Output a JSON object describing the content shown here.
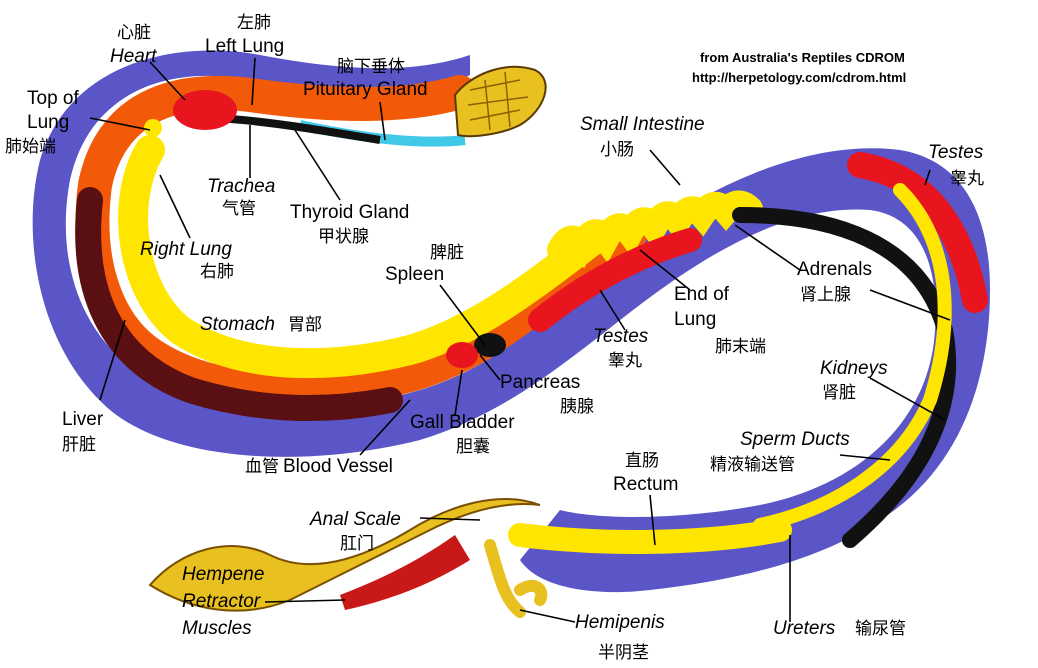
{
  "credit": {
    "line1": "from Australia's Reptiles CDROM",
    "line2": "http://herpetology.com/cdrom.html"
  },
  "labels": {
    "heart_zh": "心脏",
    "heart_en": "Heart",
    "left_lung_zh": "左肺",
    "left_lung_en": "Left Lung",
    "pituitary_zh": "脑下垂体",
    "pituitary_en": "Pituitary Gland",
    "top_lung_en1": "Top of",
    "top_lung_en2": "Lung",
    "top_lung_zh": "肺始端",
    "trachea_en": "Trachea",
    "trachea_zh": "气管",
    "thyroid_en": "Thyroid Gland",
    "thyroid_zh": "甲状腺",
    "right_lung_en": "Right Lung",
    "right_lung_zh": "右肺",
    "spleen_zh": "脾脏",
    "spleen_en": "Spleen",
    "stomach_en": "Stomach",
    "stomach_zh": "胃部",
    "liver_en": "Liver",
    "liver_zh": "肝脏",
    "small_intestine_en": "Small Intestine",
    "small_intestine_zh": "小肠",
    "testes_top_en": "Testes",
    "testes_top_zh": "睾丸",
    "adrenals_en": "Adrenals",
    "adrenals_zh": "肾上腺",
    "end_lung_en1": "End of",
    "end_lung_en2": "Lung",
    "end_lung_zh": "肺末端",
    "testes_mid_en": "Testes",
    "testes_mid_zh": "睾丸",
    "kidneys_en": "Kidneys",
    "kidneys_zh": "肾脏",
    "pancreas_en": "Pancreas",
    "pancreas_zh": "胰腺",
    "gall_en": "Gall Bladder",
    "gall_zh": "胆囊",
    "blood_vessel_zh": "血管",
    "blood_vessel_en": "Blood Vessel",
    "sperm_en": "Sperm Ducts",
    "sperm_zh": "精液输送管",
    "rectum_zh": "直肠",
    "rectum_en": "Rectum",
    "anal_en": "Anal Scale",
    "anal_zh": "肛门",
    "hempene1": "Hempene",
    "hempene2": "Retractor",
    "hempene3": "Muscles",
    "hemipenis_en": "Hemipenis",
    "hemipenis_zh": "半阴茎",
    "ureters_en": "Ureters",
    "ureters_zh": "输尿管"
  },
  "colors": {
    "body_blue": "#5b56c8",
    "fat_orange": "#f25a0a",
    "organ_yellow": "#ffe600",
    "organ_red": "#e8141e",
    "liver_dark": "#5a0f12",
    "kidney_black": "#111111",
    "pituitary_cyan": "#40c8e8",
    "tail_gold": "#e8c020"
  }
}
